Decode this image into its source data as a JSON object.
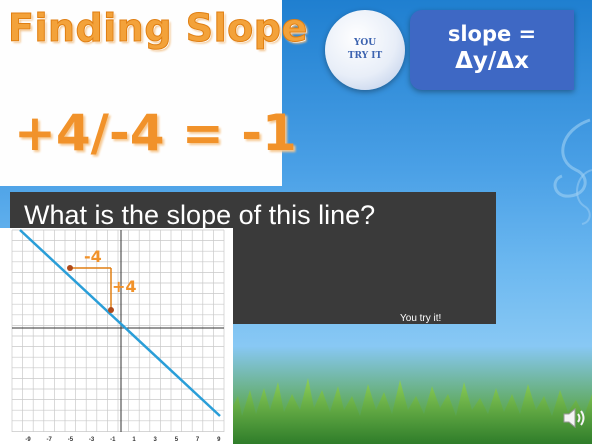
{
  "slide": {
    "title": "Finding Slope",
    "badge_text": "YOU TRY IT",
    "formula_line1": "slope =",
    "formula_line2": "Δy/Δx",
    "equation": "+4/-4 = -1",
    "question": "What is the slope of this line?",
    "you_try": "You try it!"
  },
  "graph": {
    "run_label": "-4",
    "rise_label": "+4",
    "x_tick_labels": [
      "-9",
      "-7",
      "-5",
      "-3",
      "-1",
      "1",
      "3",
      "5",
      "7",
      "9"
    ]
  },
  "icons": {
    "speaker": "speaker-icon"
  },
  "colors": {
    "title_orange": "#f3a23a",
    "line_blue": "#2a9ed8",
    "formula_blue": "#3e68c4",
    "dark_box": "#3a3a3a"
  }
}
